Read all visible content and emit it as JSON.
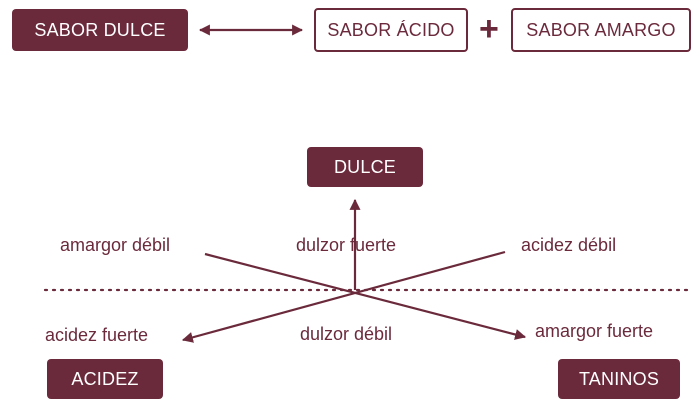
{
  "top": {
    "sweet": "SABOR DULCE",
    "acid": "SABOR ÁCIDO",
    "plus": "+",
    "bitter": "SABOR AMARGO"
  },
  "axis_boxes": {
    "dulce": "DULCE",
    "acidez": "ACIDEZ",
    "taninos": "TANINOS"
  },
  "labels": {
    "amargor_debil": "amargor débil",
    "dulzor_fuerte": "dulzor fuerte",
    "acidez_debil": "acidez débil",
    "acidez_fuerte": "acidez fuerte",
    "dulzor_debil": "dulzor débil",
    "amargor_fuerte": "amargor fuerte"
  },
  "colors": {
    "accent": "#6b2a3c"
  }
}
